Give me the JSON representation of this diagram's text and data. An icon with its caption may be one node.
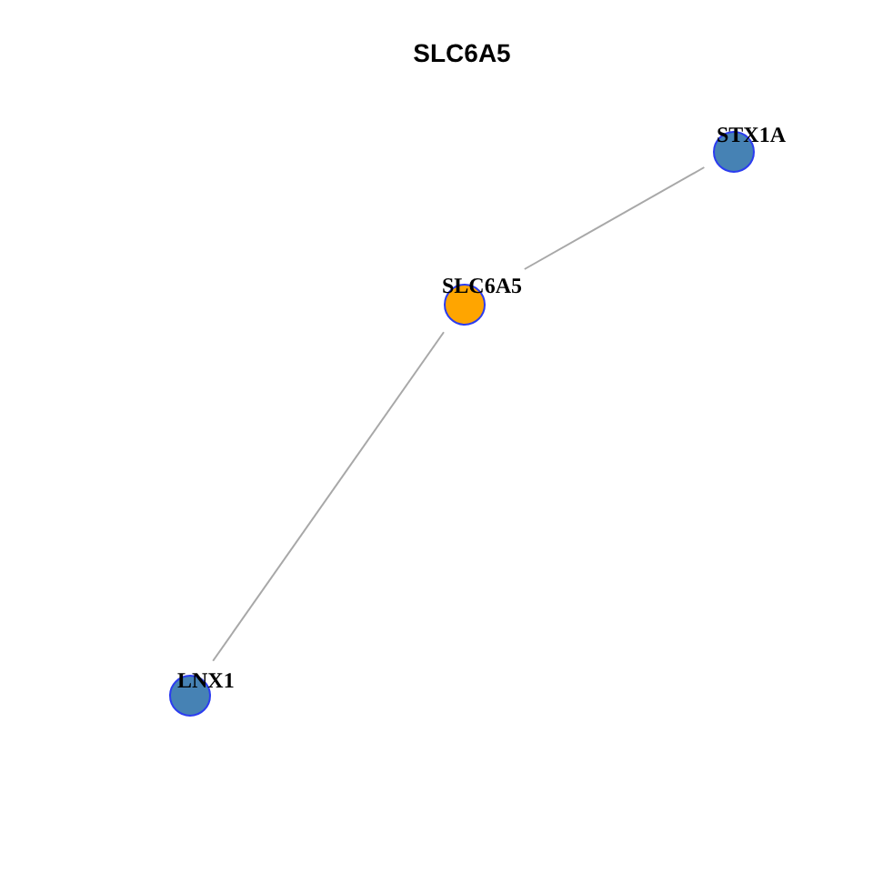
{
  "diagram": {
    "title": "SLC6A5",
    "nodes": [
      {
        "text": [
          "STX1A"
        ]
      },
      {
        "text": [
          "SLC6A5"
        ]
      },
      {
        "text": [
          "LNX1"
        ]
      }
    ],
    "edges": [
      {
        "from": 1,
        "to": 0,
        "arrow": "none"
      },
      {
        "from": 1,
        "to": 2,
        "arrow": "none"
      }
    ]
  }
}
